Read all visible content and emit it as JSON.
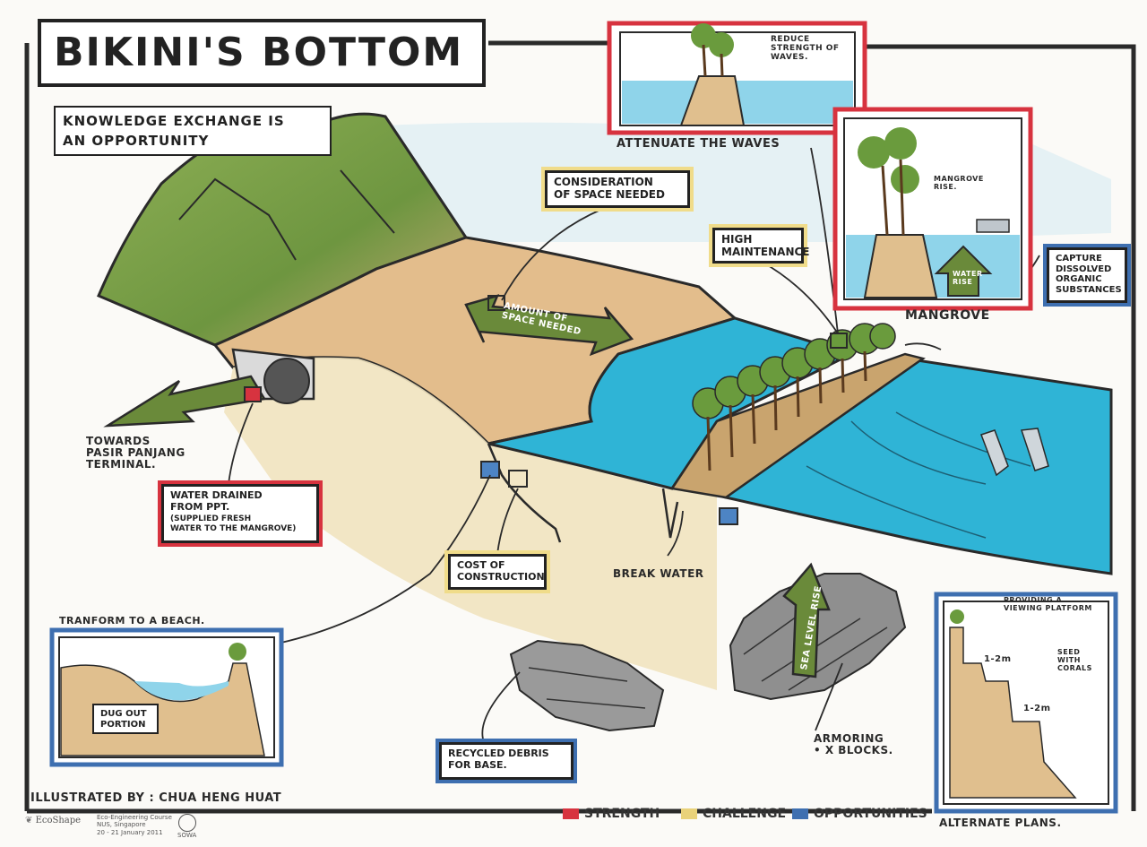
{
  "title": "BIKINI'S BOTTOM",
  "subtitle_line1": "KNOWLEDGE EXCHANGE IS",
  "subtitle_line2": "AN OPPORTUNITY",
  "labels": {
    "attenuate": "ATTENUATE THE WAVES",
    "reduce_1": "REDUCE",
    "reduce_2": "STRENGTH OF",
    "reduce_3": "WAVES.",
    "consideration_1": "CONSIDERATION",
    "consideration_2": "OF SPACE NEEDED",
    "amount_1": "AMOUNT OF",
    "amount_2": "SPACE NEEDED",
    "high_1": "HIGH",
    "high_2": "MAINTENANCE",
    "mangrove_rise_1": "MANGROVE",
    "mangrove_rise_2": "RISE.",
    "water_rise_1": "WATER",
    "water_rise_2": "RISE",
    "capture_1": "CAPTURE",
    "capture_2": "DISSOLVED",
    "capture_3": "ORGANIC",
    "capture_4": "SUBSTANCES",
    "mangrove": "MANGROVE",
    "towards_1": "TOWARDS",
    "towards_2": "PASIR PANJANG",
    "towards_3": "TERMINAL.",
    "water_drained_1": "WATER DRAINED",
    "water_drained_2": "FROM PPT.",
    "water_drained_3": "(SUPPLIED FRESH",
    "water_drained_4": "WATER TO THE MANGROVE)",
    "cost_1": "COST OF",
    "cost_2": "CONSTRUCTION",
    "break_water": "BREAK WATER",
    "sea_level_rise": "SEA LEVEL RISE",
    "transform": "TRANFORM TO A BEACH.",
    "dug_out_1": "DUG OUT",
    "dug_out_2": "PORTION",
    "recycled_1": "RECYCLED DEBRIS",
    "recycled_2": "FOR BASE.",
    "armoring_1": "ARMORING",
    "armoring_2": "• X BLOCKS.",
    "viewing_1": "PROVIDING A",
    "viewing_2": "VIEWING PLATFORM",
    "m1": "1-2m",
    "m2": "1-2m",
    "seed_1": "SEED",
    "seed_2": "WITH",
    "seed_3": "CORALS",
    "alternate": "ALTERNATE PLANS."
  },
  "illustrated_by": "ILLUSTRATED BY : CHUA HENG HUAT",
  "legend": [
    {
      "label": "STRENGTH",
      "color": "#d7333f"
    },
    {
      "label": "CHALLENGE",
      "color": "#e9d27a"
    },
    {
      "label": "OPPORTUNITIES",
      "color": "#3e6fb0"
    }
  ],
  "footer": {
    "logo1": "EcoShape",
    "course_1": "Eco-Engineering Course",
    "course_2": "NUS, Singapore",
    "course_3": "20 - 21 January 2011",
    "logo2": "SOWA"
  },
  "colors": {
    "sea": "#2fb4d6",
    "sand": "#e8c9a0",
    "hill": "#7da24a",
    "arrow": "#5f7d34",
    "red": "#d7333f",
    "yellow": "#f0dc8a",
    "blue": "#3e6fb0"
  }
}
